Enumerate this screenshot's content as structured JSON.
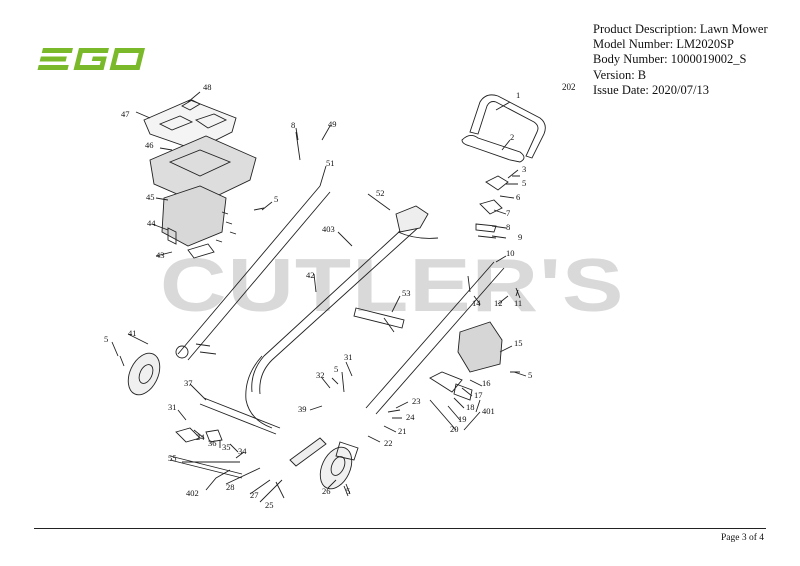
{
  "header": {
    "logo_text": "EGO",
    "lines": [
      "Product Description: Lawn Mower",
      "Model Number: LM2020SP",
      "Body Number: 1000019002_S",
      "Version: B",
      "Issue Date: 2020/07/13"
    ],
    "ref_number": "202"
  },
  "watermark": "CUTLER'S",
  "footer": {
    "page": "Page 3 of 4"
  },
  "colors": {
    "logo_green": "#7ab929",
    "watermark_gray": "#d9d9d9"
  },
  "callouts": [
    {
      "id": "c1",
      "label": "1"
    },
    {
      "id": "c2",
      "label": "2"
    },
    {
      "id": "c3",
      "label": "3"
    },
    {
      "id": "c5a",
      "label": "5"
    },
    {
      "id": "c6",
      "label": "6"
    },
    {
      "id": "c7",
      "label": "7"
    },
    {
      "id": "c8a",
      "label": "8"
    },
    {
      "id": "c9",
      "label": "9"
    },
    {
      "id": "c10",
      "label": "10"
    },
    {
      "id": "c11",
      "label": "11"
    },
    {
      "id": "c12",
      "label": "12"
    },
    {
      "id": "c14",
      "label": "14"
    },
    {
      "id": "c15",
      "label": "15"
    },
    {
      "id": "c5b",
      "label": "5"
    },
    {
      "id": "c16",
      "label": "16"
    },
    {
      "id": "c17",
      "label": "17"
    },
    {
      "id": "c18",
      "label": "18"
    },
    {
      "id": "c19",
      "label": "19"
    },
    {
      "id": "c20",
      "label": "20"
    },
    {
      "id": "c401",
      "label": "401"
    },
    {
      "id": "c48",
      "label": "48"
    },
    {
      "id": "c47",
      "label": "47"
    },
    {
      "id": "c46",
      "label": "46"
    },
    {
      "id": "c8b",
      "label": "8"
    },
    {
      "id": "c49",
      "label": "49"
    },
    {
      "id": "c51",
      "label": "51"
    },
    {
      "id": "c5c",
      "label": "5"
    },
    {
      "id": "c45",
      "label": "45"
    },
    {
      "id": "c44",
      "label": "44"
    },
    {
      "id": "c43",
      "label": "43"
    },
    {
      "id": "c52",
      "label": "52"
    },
    {
      "id": "c403",
      "label": "403"
    },
    {
      "id": "c42",
      "label": "42"
    },
    {
      "id": "c53",
      "label": "53"
    },
    {
      "id": "c41",
      "label": "41"
    },
    {
      "id": "c5d",
      "label": "5"
    },
    {
      "id": "c37",
      "label": "37"
    },
    {
      "id": "c31a",
      "label": "31"
    },
    {
      "id": "c24a",
      "label": "24"
    },
    {
      "id": "c36",
      "label": "36"
    },
    {
      "id": "c35",
      "label": "35"
    },
    {
      "id": "c34",
      "label": "34"
    },
    {
      "id": "c55",
      "label": "55"
    },
    {
      "id": "c402",
      "label": "402"
    },
    {
      "id": "c28",
      "label": "28"
    },
    {
      "id": "c27",
      "label": "27"
    },
    {
      "id": "c25",
      "label": "25"
    },
    {
      "id": "c31b",
      "label": "31"
    },
    {
      "id": "c32",
      "label": "32"
    },
    {
      "id": "c5e",
      "label": "5"
    },
    {
      "id": "c39",
      "label": "39"
    },
    {
      "id": "c23",
      "label": "23"
    },
    {
      "id": "c24b",
      "label": "24"
    },
    {
      "id": "c21",
      "label": "21"
    },
    {
      "id": "c22",
      "label": "22"
    },
    {
      "id": "c26",
      "label": "26"
    },
    {
      "id": "c5f",
      "label": "5"
    }
  ]
}
